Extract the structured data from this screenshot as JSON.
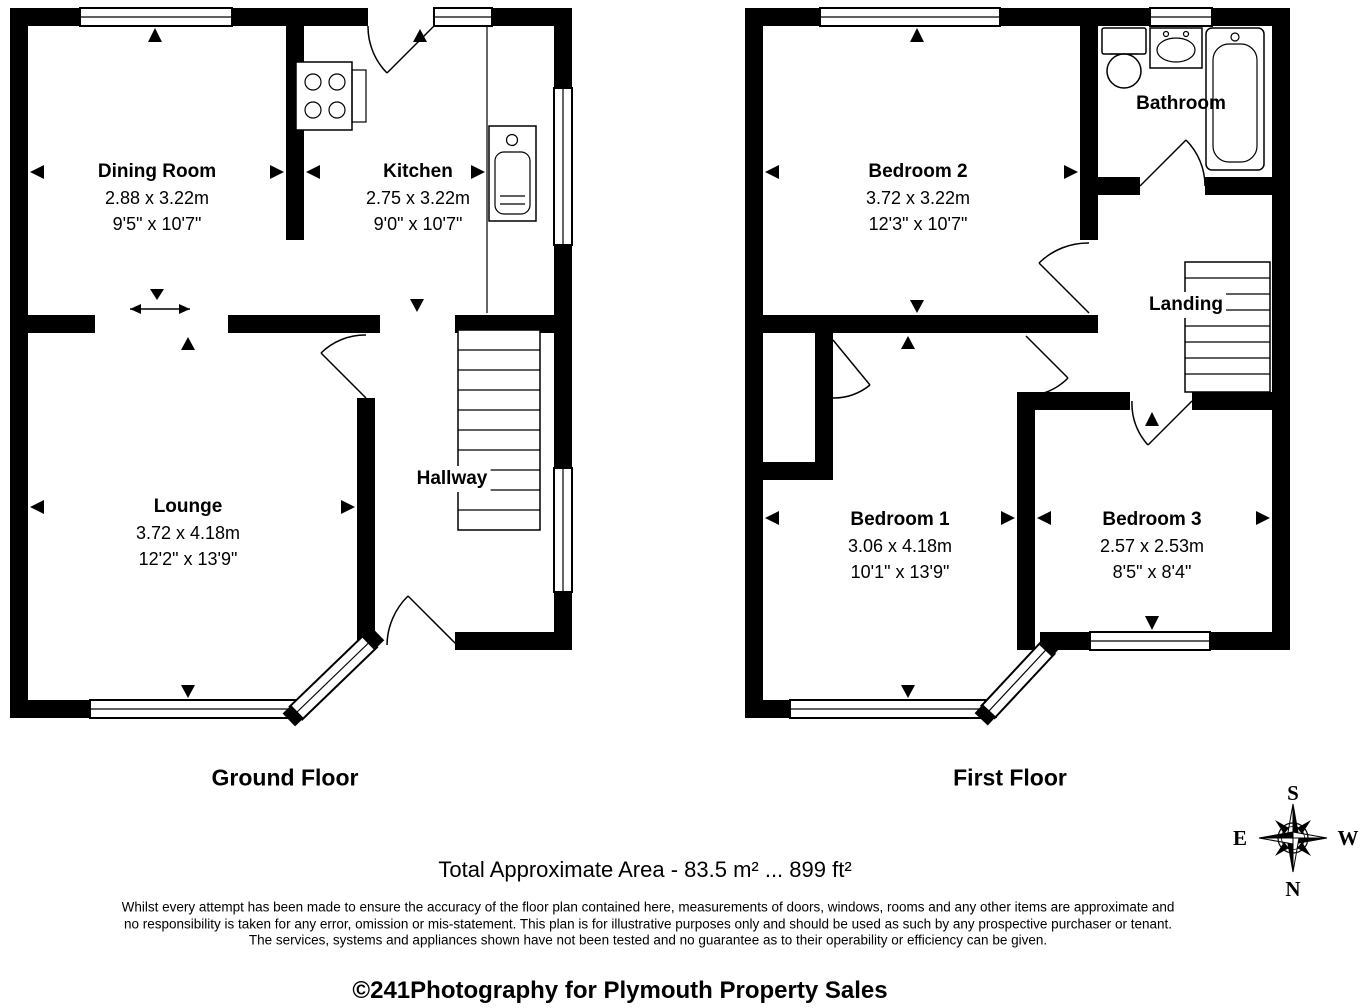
{
  "ground_floor": {
    "title": "Ground Floor",
    "dining": {
      "name": "Dining Room",
      "metric": "2.88 x 3.22m",
      "imperial": "9'5\" x 10'7\""
    },
    "kitchen": {
      "name": "Kitchen",
      "metric": "2.75 x 3.22m",
      "imperial": "9'0\" x 10'7\""
    },
    "lounge": {
      "name": "Lounge",
      "metric": "3.72 x 4.18m",
      "imperial": "12'2\" x 13'9\""
    },
    "hallway": {
      "name": "Hallway"
    }
  },
  "first_floor": {
    "title": "First Floor",
    "bedroom2": {
      "name": "Bedroom 2",
      "metric": "3.72 x 3.22m",
      "imperial": "12'3\" x 10'7\""
    },
    "bathroom": {
      "name": "Bathroom"
    },
    "landing": {
      "name": "Landing"
    },
    "bedroom1": {
      "name": "Bedroom 1",
      "metric": "3.06 x 4.18m",
      "imperial": "10'1\" x 13'9\""
    },
    "bedroom3": {
      "name": "Bedroom 3",
      "metric": "2.57 x 2.53m",
      "imperial": "8'5\" x 8'4\""
    }
  },
  "footer": {
    "total_area": "Total Approximate Area - 83.5 m² ... 899 ft²",
    "disclaimer": [
      "Whilst every attempt has been made to ensure the accuracy of the floor plan contained here, measurements of doors, windows, rooms and any other items are approximate and",
      "no responsibility is taken for any error, omission or mis-statement. This plan is for illustrative purposes only and should be used as such by any prospective purchaser or tenant.",
      "The services, systems and appliances shown have not been tested and no guarantee as to their operability or efficiency can be given."
    ],
    "copyright": "©241Photography for Plymouth Property Sales"
  },
  "compass": {
    "north": "N",
    "south": "S",
    "east": "E",
    "west": "W"
  },
  "colors": {
    "wall": "#000000",
    "background": "#ffffff"
  }
}
